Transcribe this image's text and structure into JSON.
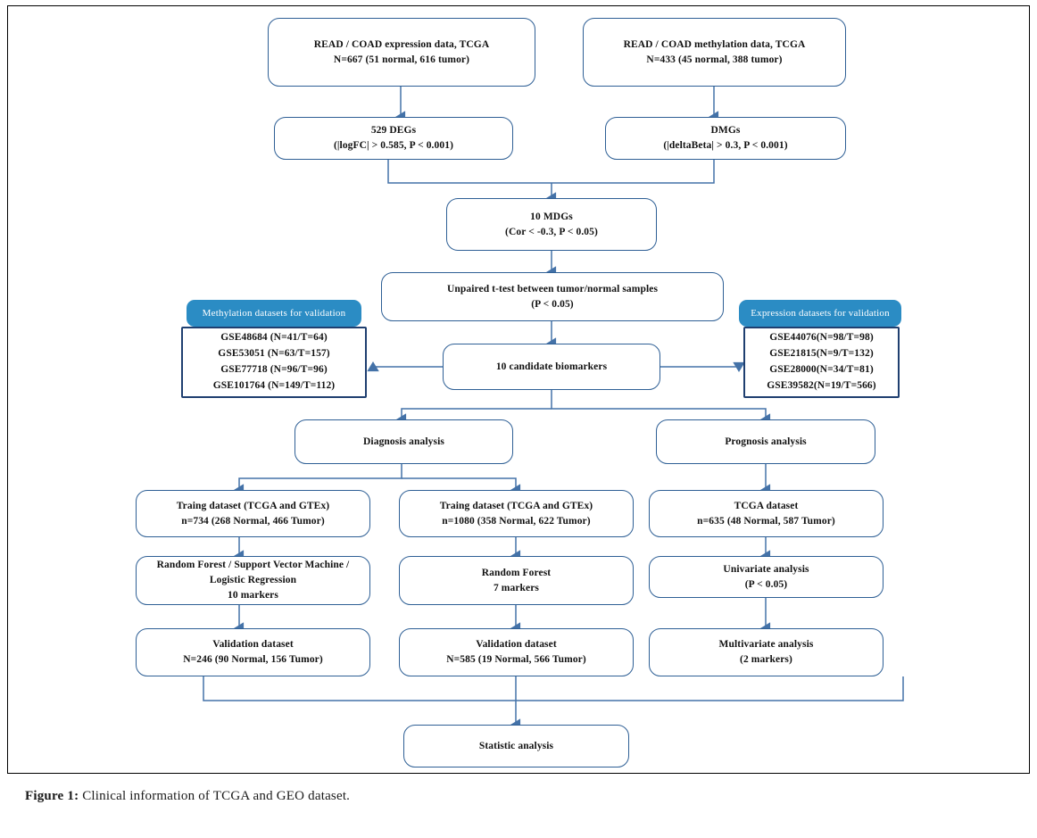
{
  "figure": {
    "caption_label": "Figure 1:",
    "caption_text": " Clinical information of TCGA and GEO dataset."
  },
  "colors": {
    "box_border": "#2e5f95",
    "banner_fill": "#2b8cc4",
    "connector": "#4472a8",
    "frame_border": "#000000",
    "text": "#111111"
  },
  "diagram": {
    "nodes": {
      "expression_source": {
        "line1": "READ / COAD expression data, TCGA",
        "line2": "N=667 (51 normal, 616 tumor)"
      },
      "methylation_source": {
        "line1": "READ / COAD methylation data, TCGA",
        "line2": "N=433 (45 normal, 388 tumor)"
      },
      "degs": {
        "line1": "529 DEGs",
        "line2": "(|logFC| > 0.585, P < 0.001)"
      },
      "dmgs": {
        "line1": "DMGs",
        "line2": "(|deltaBeta| > 0.3, P < 0.001)"
      },
      "mdgs": {
        "line1": "10 MDGs",
        "line2": "(Cor < -0.3, P < 0.05)"
      },
      "ttest": {
        "line1": "Unpaired t-test between tumor/normal samples",
        "line2": "(P < 0.05)"
      },
      "candidates": {
        "line1": "10 candidate biomarkers"
      },
      "methylation_validation_banner": "Methylation datasets for validation",
      "methylation_validation": {
        "rows": [
          "GSE48684 (N=41/T=64)",
          "GSE53051 (N=63/T=157)",
          "GSE77718 (N=96/T=96)",
          "GSE101764 (N=149/T=112)"
        ]
      },
      "expression_validation_banner": "Expression datasets for validation",
      "expression_validation": {
        "rows": [
          "GSE44076(N=98/T=98)",
          "GSE21815(N=9/T=132)",
          "GSE28000(N=34/T=81)",
          "GSE39582(N=19/T=566)"
        ]
      },
      "diagnosis": {
        "line1": "Diagnosis analysis"
      },
      "prognosis": {
        "line1": "Prognosis analysis"
      },
      "train_left": {
        "line1": "Traing dataset (TCGA and GTEx)",
        "line2": "n=734 (268 Normal, 466 Tumor)"
      },
      "train_mid": {
        "line1": "Traing dataset (TCGA and GTEx)",
        "line2": "n=1080 (358 Normal, 622 Tumor)"
      },
      "tcga_dataset": {
        "line1": "TCGA dataset",
        "line2": "n=635 (48 Normal, 587 Tumor)"
      },
      "models_left": {
        "line1": "Random Forest / Support Vector Machine /",
        "line2": "Logistic Regression",
        "line3": "10 markers"
      },
      "models_mid": {
        "line1": "Random Forest",
        "line2": "7 markers"
      },
      "univariate": {
        "line1": "Univariate analysis",
        "line2": "(P < 0.05)"
      },
      "validation_left": {
        "line1": "Validation dataset",
        "line2": "N=246 (90 Normal, 156 Tumor)"
      },
      "validation_mid": {
        "line1": "Validation dataset",
        "line2": "N=585 (19 Normal, 566 Tumor)"
      },
      "multivariate": {
        "line1": "Multivariate analysis",
        "line2": "(2 markers)"
      },
      "statistic": {
        "line1": "Statistic analysis"
      }
    }
  }
}
